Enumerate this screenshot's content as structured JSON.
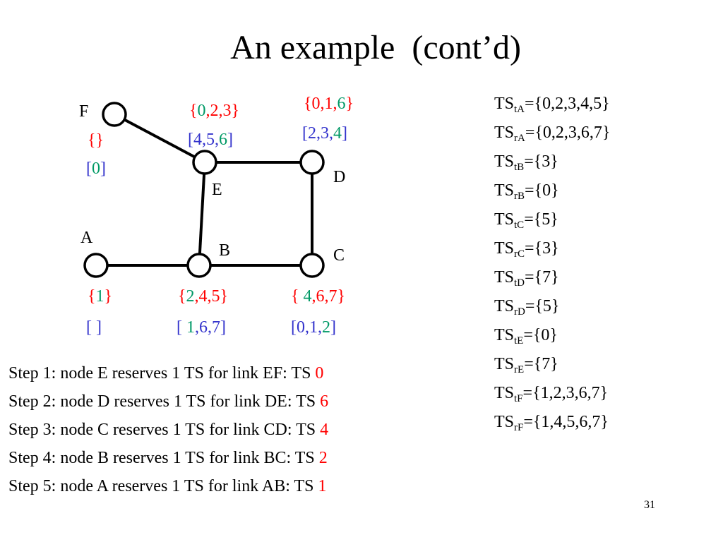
{
  "title": "An example  (cont’d)",
  "colors": {
    "red": "#ff0000",
    "green": "#009966",
    "blue": "#3333cc",
    "black": "#000000"
  },
  "nodes": {
    "F": "F",
    "E": "E",
    "D": "D",
    "A": "A",
    "B": "B",
    "C": "C"
  },
  "edges": [
    [
      "F",
      "E"
    ],
    [
      "E",
      "D"
    ],
    [
      "E",
      "B"
    ],
    [
      "D",
      "C"
    ],
    [
      "A",
      "B"
    ],
    [
      "B",
      "C"
    ]
  ],
  "labels": {
    "F_braces": "{}",
    "F_brackets": {
      "open": "[",
      "v1": "0",
      "close": "]"
    },
    "E_braces": {
      "open": "{",
      "v1": "0",
      "s1": ",",
      "v2": "2",
      "s2": ",",
      "v3": "3",
      "close": "}"
    },
    "E_brackets": {
      "open": "[",
      "v1": "4",
      "s1": ",",
      "v2": "5",
      "s2": ",",
      "v3": "6",
      "close": "]"
    },
    "D_braces": {
      "open": "{",
      "v1": "0",
      "s1": ",",
      "v2": "1",
      "s2": ",",
      "v3": "6",
      "close": "}"
    },
    "D_brackets": {
      "open": "[",
      "v1": "2",
      "s1": ",",
      "v2": "3",
      "s2": ",",
      "v3": "4",
      "close": "]"
    },
    "A_braces": {
      "open": "{",
      "v1": "1",
      "close": "}"
    },
    "A_brackets": "[ ]",
    "B_braces": {
      "open": "{",
      "v1": "2",
      "s1": ",",
      "v2": "4",
      "s2": ",",
      "v3": "5",
      "close": "}"
    },
    "B_brackets": {
      "open": "[ ",
      "v1": "1",
      "s1": ",",
      "v2": "6",
      "s2": ",",
      "v3": "7",
      "close": "]"
    },
    "C_braces": {
      "open": "{ ",
      "v1": "4",
      "s1": ",",
      "v2": "6",
      "s2": ",",
      "v3": "7",
      "close": "}"
    },
    "C_brackets": {
      "open": "[",
      "v1": "0",
      "s1": ",",
      "v2": "1",
      "s2": ",",
      "v3": "2",
      "close": "]"
    }
  },
  "ts_list": [
    {
      "base": "TS",
      "sub": "tA",
      "value": "={0,2,3,4,5}"
    },
    {
      "base": "TS",
      "sub": "rA",
      "value": "={0,2,3,6,7}"
    },
    {
      "base": "TS",
      "sub": "tB",
      "value": "={3}"
    },
    {
      "base": "TS",
      "sub": "rB",
      "value": "={0}"
    },
    {
      "base": "TS",
      "sub": "tC",
      "value": "={5}"
    },
    {
      "base": "TS",
      "sub": "rC",
      "value": "={3}"
    },
    {
      "base": "TS",
      "sub": "tD",
      "value": "={7}"
    },
    {
      "base": "TS",
      "sub": "rD",
      "value": "={5}"
    },
    {
      "base": "TS",
      "sub": "tE",
      "value": "={0}"
    },
    {
      "base": "TS",
      "sub": "rE",
      "value": "={7}"
    },
    {
      "base": "TS",
      "sub": "tF",
      "value": "={1,2,3,6,7}"
    },
    {
      "base": "TS",
      "sub": "rF",
      "value": "={1,4,5,6,7}"
    }
  ],
  "steps": [
    {
      "text": "Step 1: node E reserves 1 TS for link EF: TS ",
      "ts": "0"
    },
    {
      "text": "Step 2: node D reserves 1 TS for link DE: TS ",
      "ts": "6"
    },
    {
      "text": "Step 3: node C reserves 1 TS for link CD: TS ",
      "ts": "4"
    },
    {
      "text": "Step 4: node B reserves 1 TS for link BC: TS ",
      "ts": "2"
    },
    {
      "text": "Step 5: node A reserves 1 TS for link AB: TS ",
      "ts": "1"
    }
  ],
  "page_number": "31"
}
